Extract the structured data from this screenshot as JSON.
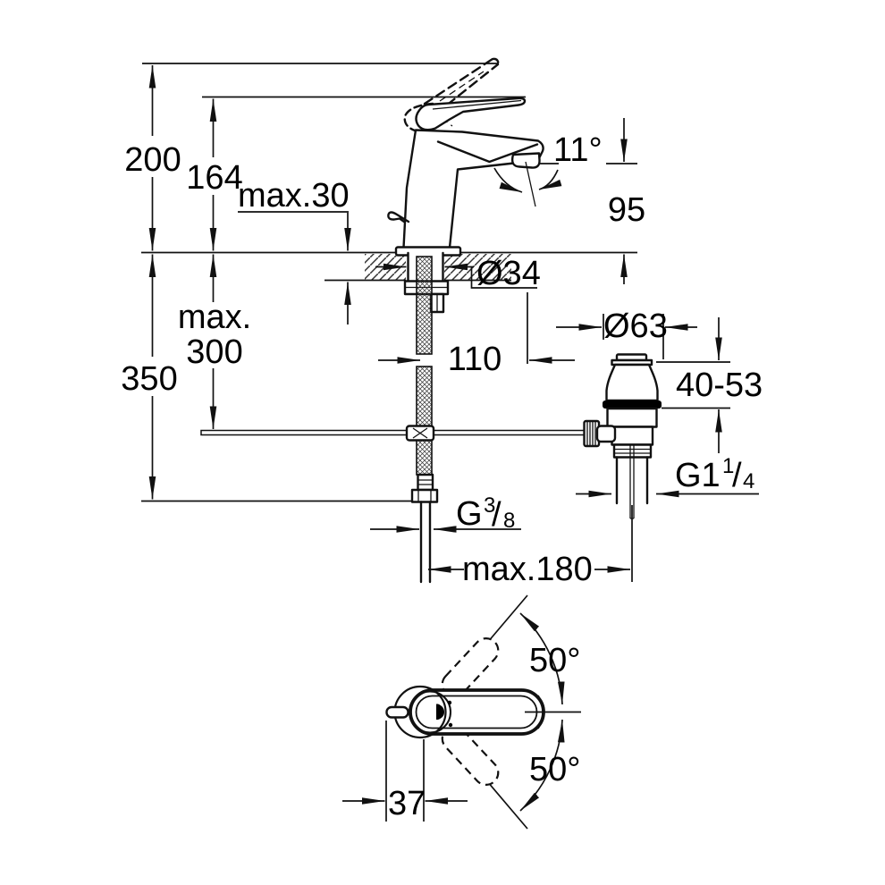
{
  "drawing": {
    "background_color": "#ffffff",
    "line_color": "#111111",
    "labels": {
      "overall_height": "200",
      "height_to_lever": "164",
      "deck_thickness_max": "max.30",
      "spout_angle": "11°",
      "outlet_height": "95",
      "mounting_hole_dia": "Ø34",
      "below_deck_max_line1": "max.",
      "below_deck_max_line2": "300",
      "supply_hose_length": "350",
      "spout_reach": "110",
      "waste_flange_dia": "Ø63",
      "basin_clamp_range": "40-53",
      "waste_thread_main": "G1",
      "waste_thread_sup": "1",
      "waste_thread_slash": "/",
      "waste_thread_sub": "4",
      "supply_thread_main": "G",
      "supply_thread_sup": "3",
      "supply_thread_slash": "/",
      "supply_thread_sub": "8",
      "rod_reach_max": "max.180",
      "swivel_angle_upper": "50°",
      "swivel_angle_lower": "50°",
      "lever_offset": "37"
    }
  }
}
